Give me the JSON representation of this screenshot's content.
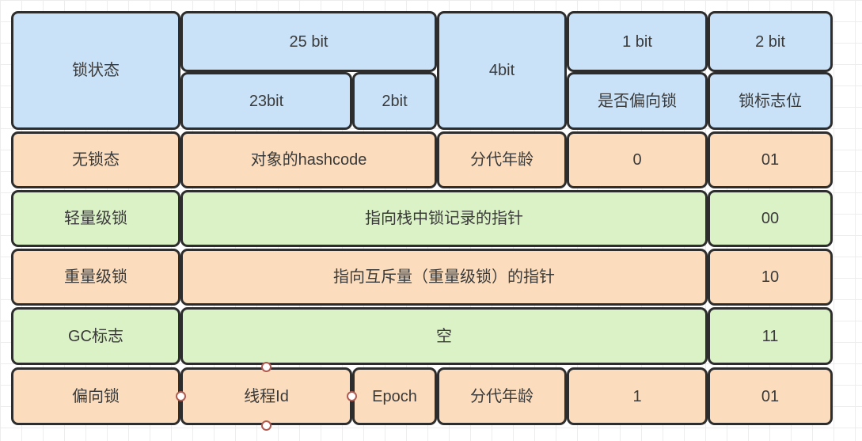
{
  "palette": {
    "cell_blue": "#C9E2F8",
    "cell_orange": "#FBDDBD",
    "cell_green": "#DBF2C6",
    "cell_border": "#2D2D2D",
    "text_color": "#3A3A3A",
    "grid_color": "#EDEDED",
    "connection_point_ring": "#B05A50"
  },
  "table": {
    "header": {
      "lock_state": "锁状态",
      "bits_25": "25 bit",
      "bits_23": "23bit",
      "bits_2": "2bit",
      "bits_4": "4bit",
      "bit_1": "1 bit",
      "is_biased_lock": "是否偏向锁",
      "bits_2_flag": "2 bit",
      "lock_flag_bits": "锁标志位"
    },
    "rows": {
      "no_lock": {
        "state": "无锁态",
        "content": "对象的hashcode",
        "gen_age": "分代年龄",
        "biased_bit": "0",
        "flag": "01"
      },
      "lightweight": {
        "state": "轻量级锁",
        "content": "指向栈中锁记录的指针",
        "flag": "00"
      },
      "heavyweight": {
        "state": "重量级锁",
        "content": "指向互斥量（重量级锁）的指针",
        "flag": "10"
      },
      "gc_mark": {
        "state": "GC标志",
        "content": "空",
        "flag": "11"
      },
      "biased": {
        "state": "偏向锁",
        "thread_id": "线程Id",
        "epoch": "Epoch",
        "gen_age": "分代年龄",
        "biased_bit": "1",
        "flag": "01"
      }
    }
  }
}
